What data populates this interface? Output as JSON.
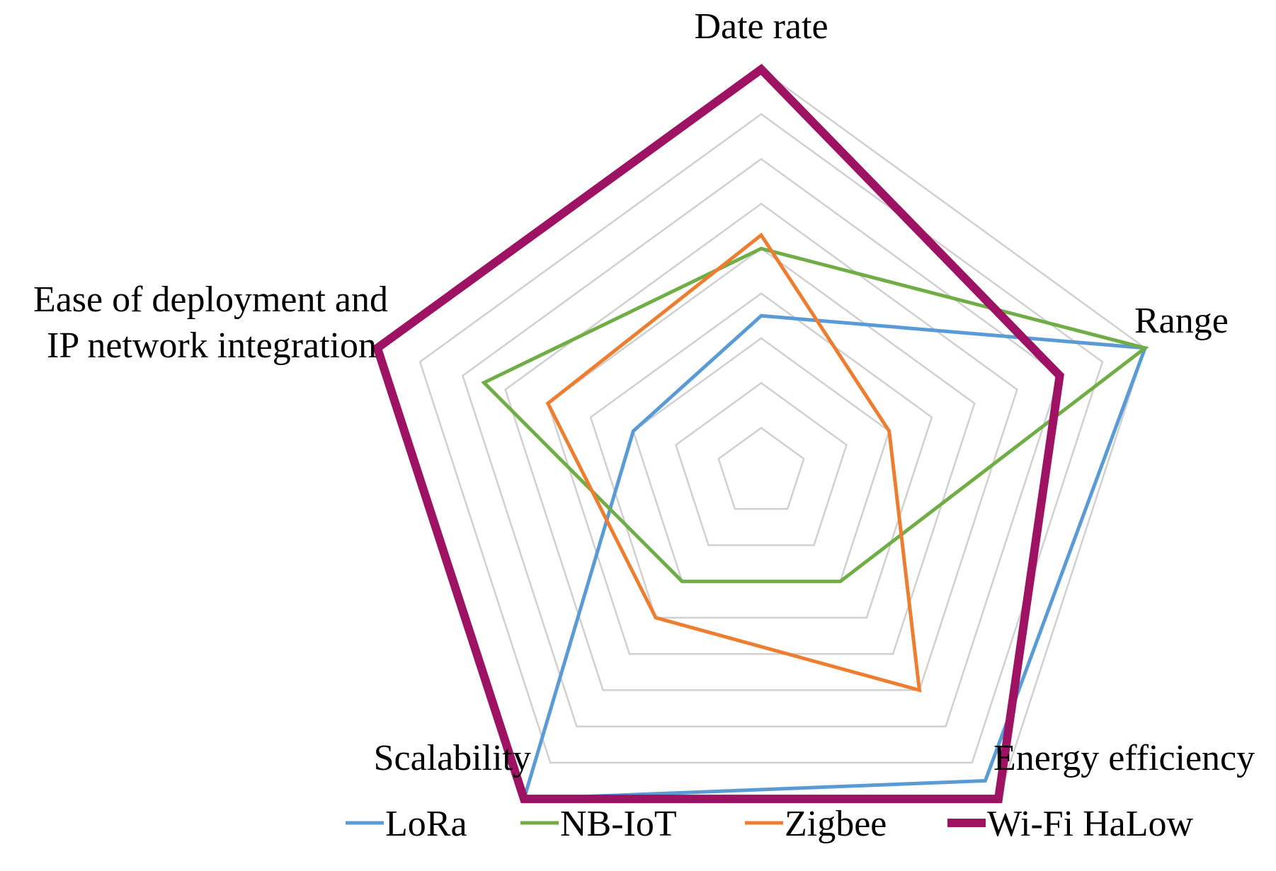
{
  "chart_data": {
    "type": "radar",
    "title": "",
    "axes": [
      "Date rate",
      "Range",
      "Energy efficiency",
      "Scalability",
      "Ease of deployment and IP network integration"
    ],
    "axis_labels": {
      "date_rate": "Date rate",
      "range": "Range",
      "energy_efficiency": "Energy efficiency",
      "scalability": "Scalability",
      "ease_line1": "Ease of deployment and",
      "ease_line2": "IP network integration"
    },
    "rmax": 9,
    "rings": 9,
    "grid": true,
    "legend_position": "bottom",
    "series": [
      {
        "name": "LoRa",
        "color": "#5B9BD5",
        "values": [
          3.5,
          9,
          8.5,
          9,
          3
        ]
      },
      {
        "name": "NB-IoT",
        "color": "#70AD47",
        "values": [
          5,
          9,
          3,
          3,
          6.5
        ]
      },
      {
        "name": "Zigbee",
        "color": "#ED7D31",
        "values": [
          5.3,
          3,
          6,
          4,
          5
        ]
      },
      {
        "name": "Wi-Fi HaLow",
        "color": "#9E1263",
        "values": [
          9,
          7,
          9,
          9,
          9
        ]
      }
    ]
  }
}
